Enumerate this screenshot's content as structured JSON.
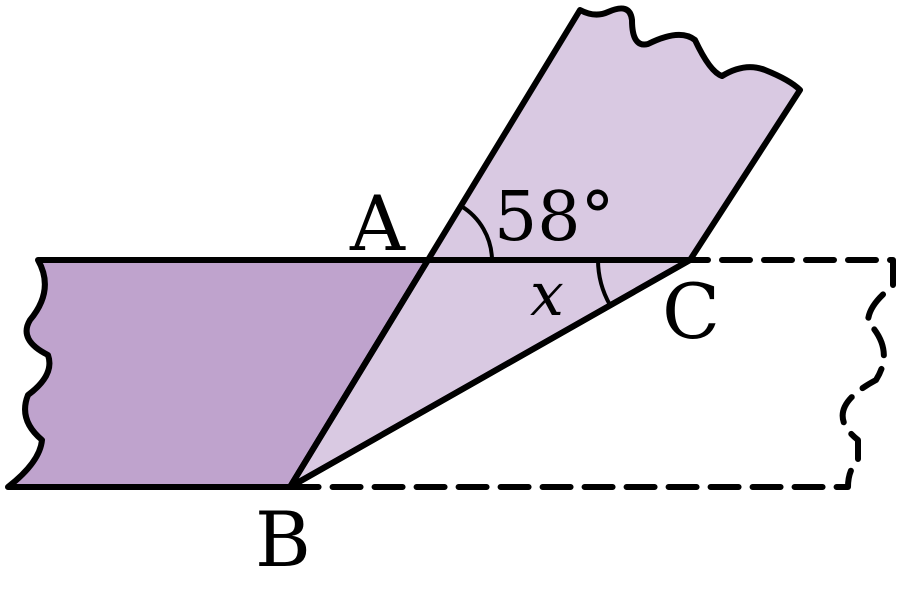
{
  "diagram": {
    "points": {
      "a": "A",
      "b": "B",
      "c": "C"
    },
    "given_angle": "58°",
    "unknown_angle": "x"
  },
  "colors": {
    "tape_dark": "#bfa3cd",
    "tape_light": "#d9c9e2",
    "stroke": "#000000",
    "background": "#ffffff"
  }
}
